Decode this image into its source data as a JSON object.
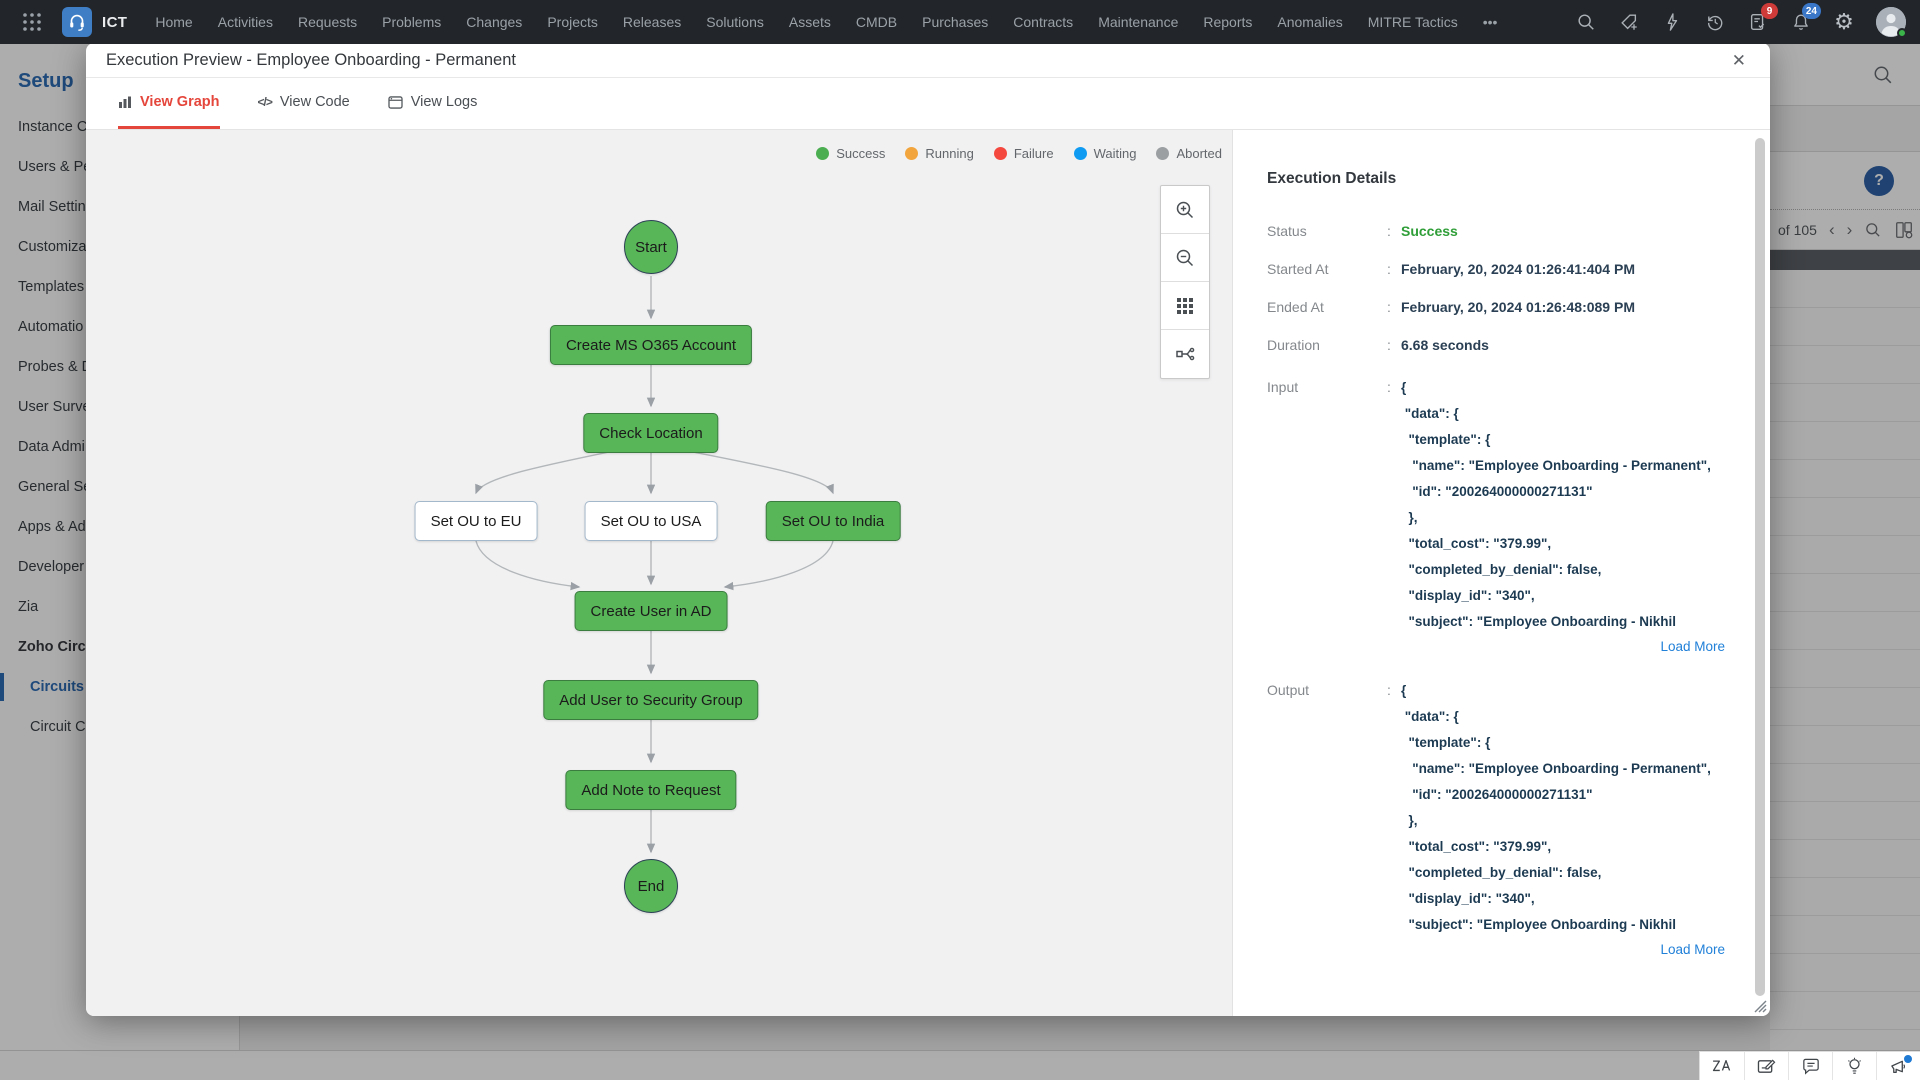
{
  "topbar": {
    "app_name": "ICT",
    "nav_items": [
      "Home",
      "Activities",
      "Requests",
      "Problems",
      "Changes",
      "Projects",
      "Releases",
      "Solutions",
      "Assets",
      "CMDB",
      "Purchases",
      "Contracts",
      "Maintenance",
      "Reports",
      "Anomalies",
      "MITRE Tactics"
    ],
    "nav_overflow": "•••",
    "task_badge": "9",
    "notification_badge": "24"
  },
  "sidebar": {
    "title": "Setup",
    "items": [
      "Instance C",
      "Users & Pe",
      "Mail Settin",
      "Customiza",
      "Templates",
      "Automatio",
      "Probes & D",
      "User Surve",
      "Data Admi",
      "General Se",
      "Apps & Ad",
      "Developer",
      "Zia"
    ],
    "section_label": "Zoho Circu",
    "sub_items": [
      {
        "label": "Circuits"
      },
      {
        "label": "Circuit Co"
      }
    ]
  },
  "page_right": {
    "help_label": "?",
    "pagination_text": "of 105",
    "chevron_left": "‹",
    "chevron_right": "›"
  },
  "modal": {
    "title": "Execution Preview - Employee Onboarding - Permanent",
    "close_glyph": "✕",
    "tabs": [
      {
        "label": "View Graph",
        "active": true
      },
      {
        "label": "View Code",
        "active": false
      },
      {
        "label": "View Logs",
        "active": false
      }
    ],
    "legend": [
      {
        "label": "Success",
        "color": "#4bae50"
      },
      {
        "label": "Running",
        "color": "#f2a53d"
      },
      {
        "label": "Failure",
        "color": "#f4483f"
      },
      {
        "label": "Waiting",
        "color": "#109bf2"
      },
      {
        "label": "Aborted",
        "color": "#9c9fa2"
      }
    ],
    "flow": {
      "nodes": [
        {
          "label": "Start"
        },
        {
          "label": "Create MS O365 Account"
        },
        {
          "label": "Check Location"
        },
        {
          "label": "Set OU to EU"
        },
        {
          "label": "Set OU to USA"
        },
        {
          "label": "Set OU to India"
        },
        {
          "label": "Create User in AD"
        },
        {
          "label": "Add User to Security Group"
        },
        {
          "label": "Add Note to Request"
        },
        {
          "label": "End"
        }
      ]
    },
    "details": {
      "title": "Execution Details",
      "status_label": "Status",
      "status_value": "Success",
      "started_label": "Started At",
      "started_value": "February, 20, 2024 01:26:41:404 PM",
      "ended_label": "Ended At",
      "ended_value": "February, 20, 2024 01:26:48:089 PM",
      "duration_label": "Duration",
      "duration_value": "6.68 seconds",
      "input_label": "Input",
      "output_label": "Output",
      "load_more": "Load More",
      "input_lines": [
        "{",
        " \"data\": {",
        "  \"template\": {",
        "   \"name\": \"Employee Onboarding - Permanent\",",
        "   \"id\": \"200264000000271131\"",
        "  },",
        "  \"total_cost\": \"379.99\",",
        "  \"completed_by_denial\": false,",
        "  \"display_id\": \"340\",",
        "  \"subject\": \"Employee Onboarding - Nikhil"
      ],
      "output_lines": [
        "{",
        " \"data\": {",
        "  \"template\": {",
        "   \"name\": \"Employee Onboarding - Permanent\",",
        "   \"id\": \"200264000000271131\"",
        "  },",
        "  \"total_cost\": \"379.99\",",
        "  \"completed_by_denial\": false,",
        "  \"display_id\": \"340\",",
        "  \"subject\": \"Employee Onboarding - Nikhil"
      ]
    }
  }
}
